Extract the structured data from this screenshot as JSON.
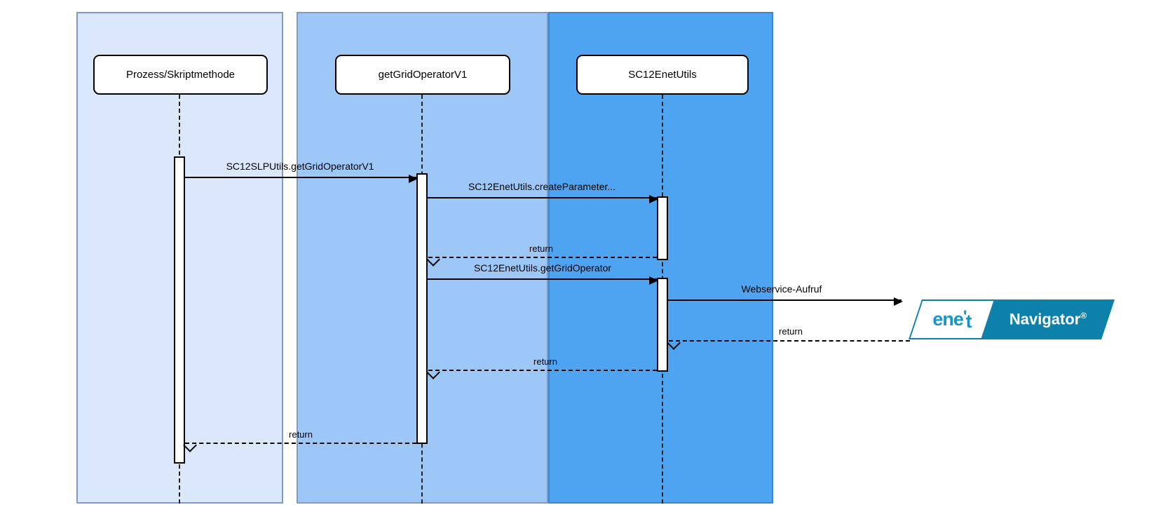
{
  "diagram": {
    "type": "sequence",
    "actors": [
      {
        "name": "Prozess/Skriptmethode",
        "lane_fill": "#dbe8fb"
      },
      {
        "name": "getGridOperatorV1",
        "lane_fill": "#9cc7f7"
      },
      {
        "name": "SC12EnetUtils",
        "lane_fill": "#4fa4f2"
      }
    ],
    "messages": [
      {
        "label": "SC12SLPUtils.getGridOperatorV1",
        "kind": "call",
        "from": "Prozess/Skriptmethode",
        "to": "getGridOperatorV1"
      },
      {
        "label": "SC12EnetUtils.createParameter...",
        "kind": "call",
        "from": "getGridOperatorV1",
        "to": "SC12EnetUtils"
      },
      {
        "label": "return",
        "kind": "return",
        "from": "SC12EnetUtils",
        "to": "getGridOperatorV1"
      },
      {
        "label": "SC12EnetUtils.getGridOperator",
        "kind": "call",
        "from": "getGridOperatorV1",
        "to": "SC12EnetUtils"
      },
      {
        "label": "Webservice-Aufruf",
        "kind": "call",
        "from": "SC12EnetUtils",
        "to": "enet Navigator"
      },
      {
        "label": "return",
        "kind": "return",
        "from": "enet Navigator",
        "to": "SC12EnetUtils"
      },
      {
        "label": "return",
        "kind": "return",
        "from": "SC12EnetUtils",
        "to": "getGridOperatorV1"
      },
      {
        "label": "return",
        "kind": "return",
        "from": "getGridOperatorV1",
        "to": "Prozess/Skriptmethode"
      }
    ],
    "external_system": {
      "brand_part1": "ene",
      "brand_apostrophe": "'",
      "brand_part2": "t",
      "product": "Navigator",
      "registered_mark": "®"
    },
    "colors": {
      "lane1_fill": "#dbe8fb",
      "lane2_fill": "#9cc7f7",
      "lane3_fill": "#4fa4f2",
      "lane_border": "#7b9cc8",
      "lane3_border": "#3e85cc",
      "line": "#000000",
      "logo_teal": "#0d81aa",
      "logo_brand_teal": "#1795c4"
    }
  }
}
